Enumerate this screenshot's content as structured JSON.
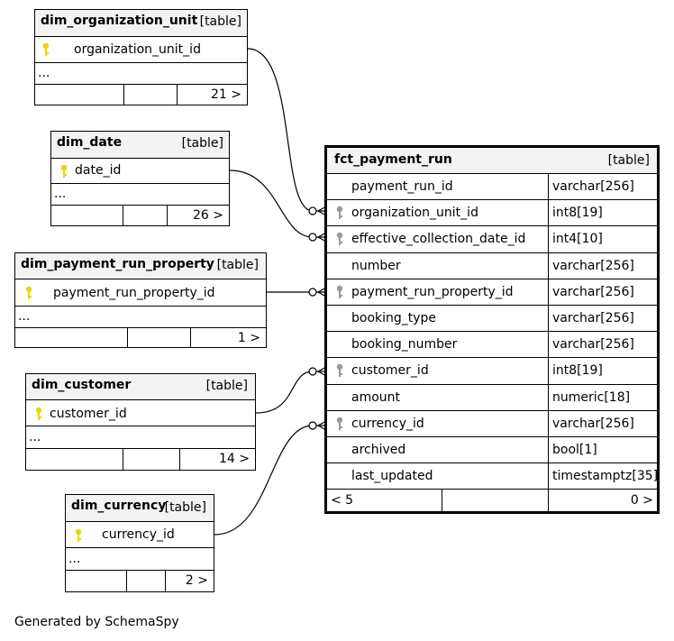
{
  "tables": {
    "org": {
      "name": "dim_organization_unit",
      "kind": "[table]",
      "column": "organization_unit_id",
      "more": "...",
      "count": "21 >"
    },
    "date": {
      "name": "dim_date",
      "kind": "[table]",
      "column": "date_id",
      "more": "...",
      "count": "26 >"
    },
    "prop": {
      "name": "dim_payment_run_property",
      "kind": "[table]",
      "column": "payment_run_property_id",
      "more": "...",
      "count": "1 >"
    },
    "cust": {
      "name": "dim_customer",
      "kind": "[table]",
      "column": "customer_id",
      "more": "...",
      "count": "14 >"
    },
    "curr": {
      "name": "dim_currency",
      "kind": "[table]",
      "column": "currency_id",
      "more": "...",
      "count": "2 >"
    }
  },
  "fact": {
    "name": "fct_payment_run",
    "kind": "[table]",
    "columns": [
      {
        "name": "payment_run_id",
        "type": "varchar[256]",
        "fk": false
      },
      {
        "name": "organization_unit_id",
        "type": "int8[19]",
        "fk": true
      },
      {
        "name": "effective_collection_date_id",
        "type": "int4[10]",
        "fk": true
      },
      {
        "name": "number",
        "type": "varchar[256]",
        "fk": false
      },
      {
        "name": "payment_run_property_id",
        "type": "varchar[256]",
        "fk": true
      },
      {
        "name": "booking_type",
        "type": "varchar[256]",
        "fk": false
      },
      {
        "name": "booking_number",
        "type": "varchar[256]",
        "fk": false
      },
      {
        "name": "customer_id",
        "type": "int8[19]",
        "fk": true
      },
      {
        "name": "amount",
        "type": "numeric[18]",
        "fk": false
      },
      {
        "name": "currency_id",
        "type": "varchar[256]",
        "fk": true
      },
      {
        "name": "archived",
        "type": "bool[1]",
        "fk": false
      },
      {
        "name": "last_updated",
        "type": "timestamptz[35]",
        "fk": false
      }
    ],
    "parents": "< 5",
    "children": "0 >"
  },
  "footer": "Generated by SchemaSpy",
  "colors": {
    "primary_key": "#e6d800",
    "foreign_key": "#999999",
    "header_bg": "#f3f3f3"
  }
}
